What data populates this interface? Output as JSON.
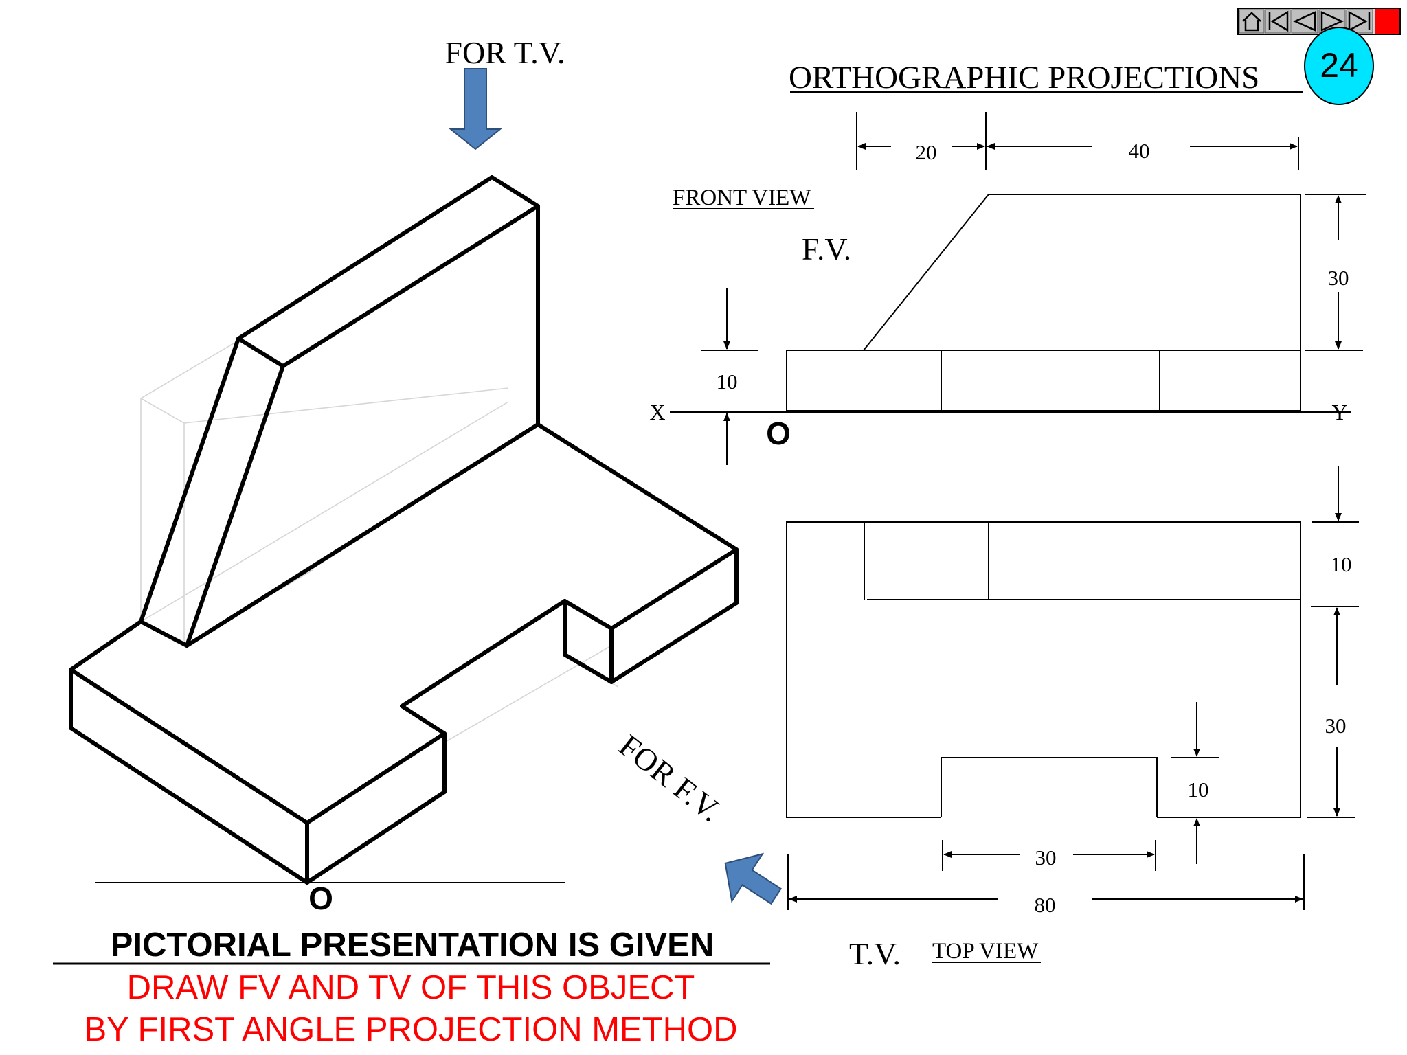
{
  "slide": {
    "number": "24",
    "title": "ORTHOGRAPHIC PROJECTIONS",
    "heading": "PICTORIAL PRESENTATION IS GIVEN",
    "instruction_line1": "DRAW FV AND TV OF THIS OBJECT",
    "instruction_line2": "BY FIRST ANGLE PROJECTION METHOD"
  },
  "navigation": {
    "buttons": [
      "home-icon",
      "first-slide-icon",
      "previous-slide-icon",
      "next-slide-icon",
      "last-slide-icon",
      "exit-icon"
    ],
    "exit_color": "#ff0000",
    "badge_color": "#00e5ff"
  },
  "pictorial": {
    "tv_arrow_label": "FOR T.V.",
    "fv_arrow_label": "FOR F.V.",
    "origin_label": "O",
    "arrow_color": "#4f81bd"
  },
  "front_view": {
    "caption": "FRONT VIEW",
    "label": "F.V.",
    "x_label": "X",
    "y_label": "Y",
    "origin_label": "O",
    "dims": {
      "d20": "20",
      "d40": "40",
      "d30": "30",
      "d10": "10"
    }
  },
  "top_view": {
    "caption": "TOP VIEW",
    "label": "T.V.",
    "dims": {
      "d10_top": "10",
      "d30_right": "30",
      "d10_slot": "10",
      "d30_slot": "30",
      "d80": "80"
    }
  }
}
